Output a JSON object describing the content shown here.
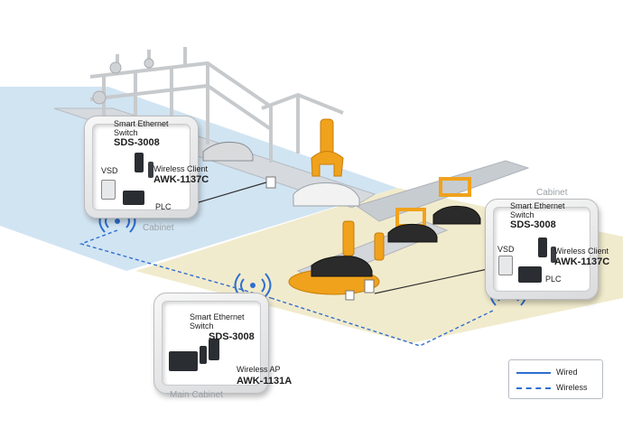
{
  "cabinets": {
    "left": {
      "name": "Cabinet",
      "switch_caption_1": "Smart Ethernet",
      "switch_caption_2": "Switch",
      "switch_model": "SDS-3008",
      "client_caption": "Wireless Client",
      "client_model": "AWK-1137C",
      "vsd": "VSD",
      "plc": "PLC"
    },
    "right": {
      "name": "Cabinet",
      "switch_caption_1": "Smart Ethernet",
      "switch_caption_2": "Switch",
      "switch_model": "SDS-3008",
      "client_caption": "Wireless Client",
      "client_model": "AWK-1137C",
      "vsd": "VSD",
      "plc": "PLC"
    },
    "main": {
      "name": "Main Cabinet",
      "switch_caption_1": "Smart Ethernet",
      "switch_caption_2": "Switch",
      "switch_model": "SDS-3008",
      "ap_caption": "Wireless AP",
      "ap_model": "AWK-1131A"
    }
  },
  "legend": {
    "wired": "Wired",
    "wireless": "Wireless"
  },
  "colors": {
    "wired": "#2f6fd0",
    "wireless": "#2f6fd0",
    "left_floor": "#c9dff0",
    "right_floor": "#efe9c8",
    "robot_orange": "#f0a21c",
    "car_dark": "#2b2b2b",
    "car_white": "#f2f2f2"
  },
  "icons": [
    "wireless-signal-icon",
    "assembly-robot-icon",
    "car-icon",
    "overhead-crane-icon"
  ]
}
